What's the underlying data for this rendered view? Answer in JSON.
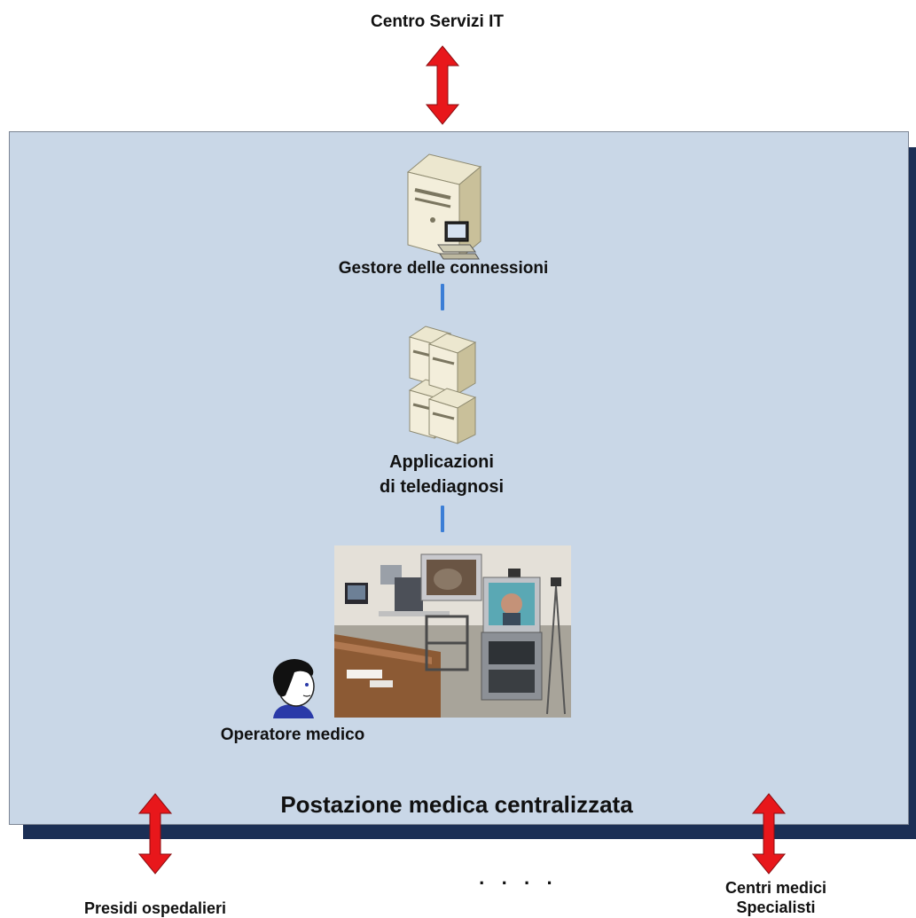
{
  "top": {
    "label": "Centro Servizi IT"
  },
  "main_box": {
    "title": "Postazione medica centralizzata",
    "gestore": {
      "label": "Gestore delle connessioni",
      "icon": "server-workstation-icon"
    },
    "applicazioni": {
      "label_line1": "Applicazioni",
      "label_line2": "di telediagnosi",
      "icon": "server-cluster-icon"
    },
    "operatore": {
      "label": "Operatore medico",
      "icon": "person-head-icon"
    }
  },
  "bottom": {
    "presidi_label": "Presidi ospedalieri",
    "dots": "· · · ·",
    "centri_line1": "Centri medici",
    "centri_line2": "Specialisti"
  },
  "colors": {
    "arrow": "#e8171b",
    "box_fill": "#c9d7e7",
    "box_shadow": "#1b2f55",
    "connector": "#3b7ed6"
  }
}
